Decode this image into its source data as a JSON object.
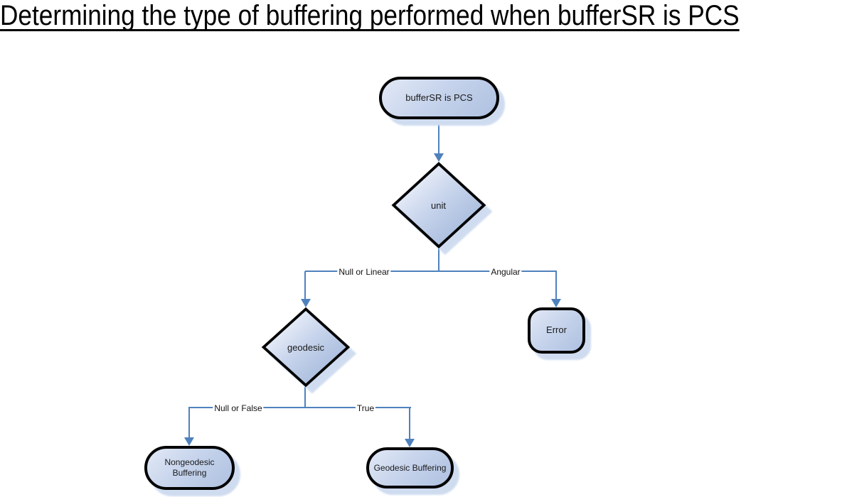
{
  "page": {
    "title": "Determining the type of buffering performed when bufferSR is PCS"
  },
  "flowchart": {
    "nodes": {
      "start": {
        "label": "bufferSR is PCS",
        "shape": "terminator"
      },
      "unit_decision": {
        "label": "unit",
        "shape": "decision"
      },
      "geodesic_decision": {
        "label": "geodesic",
        "shape": "decision"
      },
      "error": {
        "label": "Error",
        "shape": "terminator"
      },
      "nongeodesic_buffering": {
        "label": "Nongeodesic Buffering",
        "shape": "terminator"
      },
      "geodesic_buffering": {
        "label": "Geodesic Buffering",
        "shape": "terminator"
      }
    },
    "edge_labels": {
      "unit_left": "Null or Linear",
      "unit_right": "Angular",
      "geodesic_left": "Null or False",
      "geodesic_right": "True"
    },
    "colors": {
      "connector": "#4f81bd",
      "node_border": "#000000",
      "node_fill_light": "#e2e9f6",
      "node_fill_dark": "#aec1e0",
      "shadow": "#cfdcf0",
      "text": "#1a1a1a"
    }
  }
}
